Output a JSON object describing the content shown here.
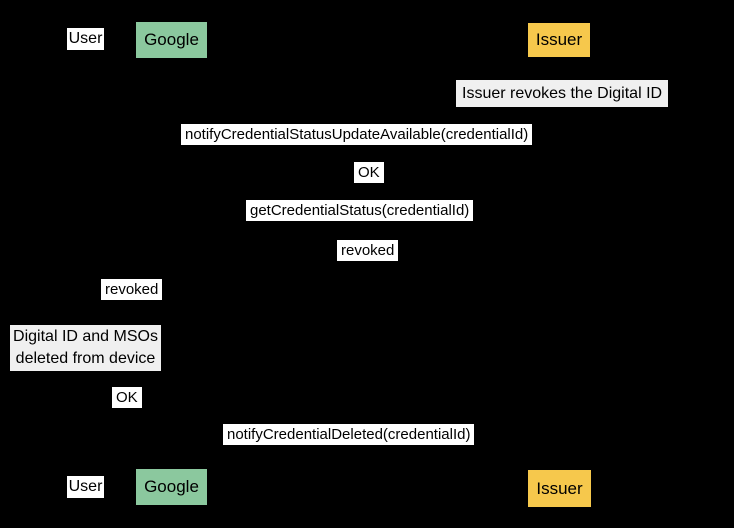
{
  "diagram": {
    "type": "sequence-diagram",
    "background_color": "#000000",
    "colors": {
      "google_box": "#8bc89e",
      "issuer_box": "#f6c84c",
      "user_box": "#ffffff",
      "message_label_bg": "#ffffff",
      "note_bg": "#f0f0f0",
      "text": "#000000"
    },
    "participants": [
      {
        "name": "User"
      },
      {
        "name": "Google"
      },
      {
        "name": "Issuer"
      }
    ],
    "events": [
      {
        "kind": "self-action",
        "text": "Issuer revokes the Digital ID"
      },
      {
        "kind": "message",
        "text": "notifyCredentialStatusUpdateAvailable(credentialId)"
      },
      {
        "kind": "message",
        "text": "OK"
      },
      {
        "kind": "message",
        "text": "getCredentialStatus(credentialId)"
      },
      {
        "kind": "message",
        "text": "revoked"
      },
      {
        "kind": "message",
        "text": "revoked"
      },
      {
        "kind": "note",
        "text": "Digital ID and MSOs\ndeleted from device"
      },
      {
        "kind": "message",
        "text": "OK"
      },
      {
        "kind": "message",
        "text": "notifyCredentialDeleted(credentialId)"
      }
    ]
  }
}
